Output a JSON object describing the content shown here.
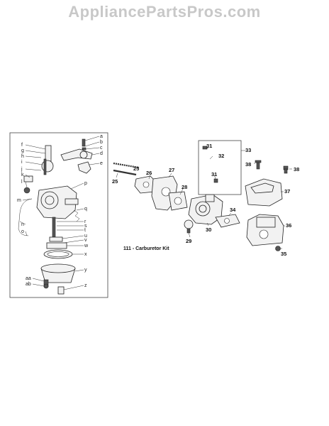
{
  "watermark": "AppliancePartsPros.com",
  "kit_caption": "111 - Carburetor Kit",
  "left_labels": [
    "f",
    "g",
    "h",
    "i",
    "j",
    "k",
    "l",
    "m",
    "n",
    "o",
    "a",
    "b",
    "c",
    "d",
    "e",
    "p",
    "q",
    "r",
    "s",
    "t",
    "u",
    "v",
    "w",
    "x",
    "y",
    "aa",
    "ab",
    "z"
  ],
  "right_labels": [
    "25",
    "25",
    "26",
    "27",
    "28",
    "29",
    "30",
    "31",
    "31",
    "32",
    "33",
    "34",
    "35",
    "36",
    "37",
    "38",
    "38"
  ]
}
